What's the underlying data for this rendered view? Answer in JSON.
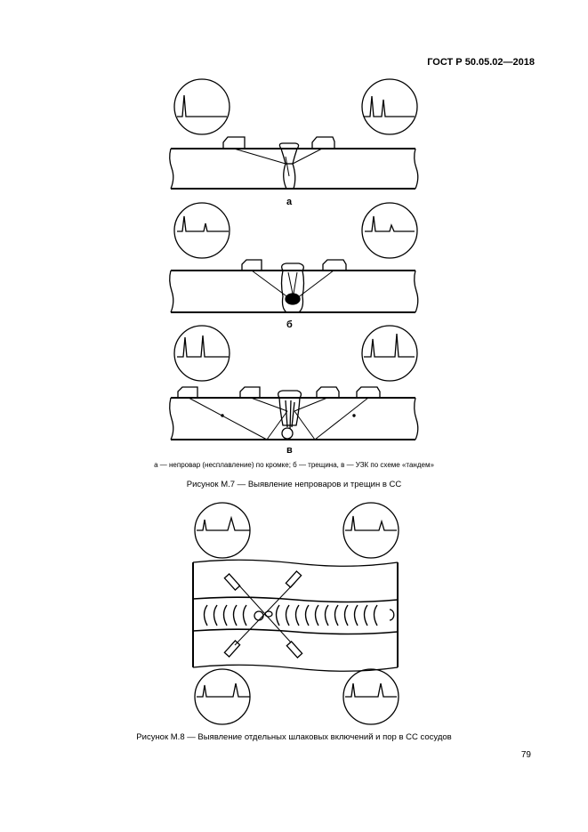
{
  "header": {
    "doc_code": "ГОСТ Р 50.05.02—2018"
  },
  "figure_m7": {
    "sub_a": "а",
    "sub_b": "б",
    "sub_c": "в",
    "legend": "а — непровар (несплавление) по кромке; б — трещина, в — УЗК по схеме «тандем»",
    "caption": "Рисунок М.7 — Выявление непроваров и трещин в СС"
  },
  "figure_m8": {
    "caption": "Рисунок М.8 — Выявление отдельных шлаковых включений и пор в СС сосудов"
  },
  "footer": {
    "page_number": "79"
  }
}
